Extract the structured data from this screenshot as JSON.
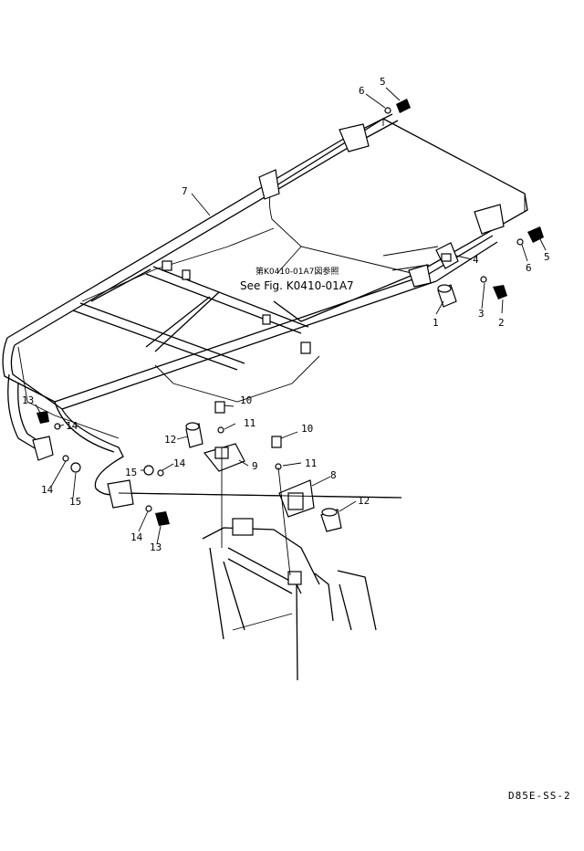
{
  "reference_note": {
    "japanese": "第K0410-01A7図参照",
    "english": "See Fig. K0410-01A7"
  },
  "figure_id": "D85E-SS-2",
  "callouts": [
    {
      "number": "1",
      "part": "cushion"
    },
    {
      "number": "2",
      "part": "bolt"
    },
    {
      "number": "3",
      "part": "washer"
    },
    {
      "number": "4",
      "part": "bracket"
    },
    {
      "number": "5",
      "part": "bolt"
    },
    {
      "number": "6",
      "part": "washer"
    },
    {
      "number": "7",
      "part": "frame"
    },
    {
      "number": "8",
      "part": "bracket"
    },
    {
      "number": "9",
      "part": "bracket"
    },
    {
      "number": "10",
      "part": "bolt"
    },
    {
      "number": "11",
      "part": "washer"
    },
    {
      "number": "12",
      "part": "cushion"
    },
    {
      "number": "13",
      "part": "bolt"
    },
    {
      "number": "14",
      "part": "washer"
    },
    {
      "number": "15",
      "part": "nut"
    }
  ]
}
